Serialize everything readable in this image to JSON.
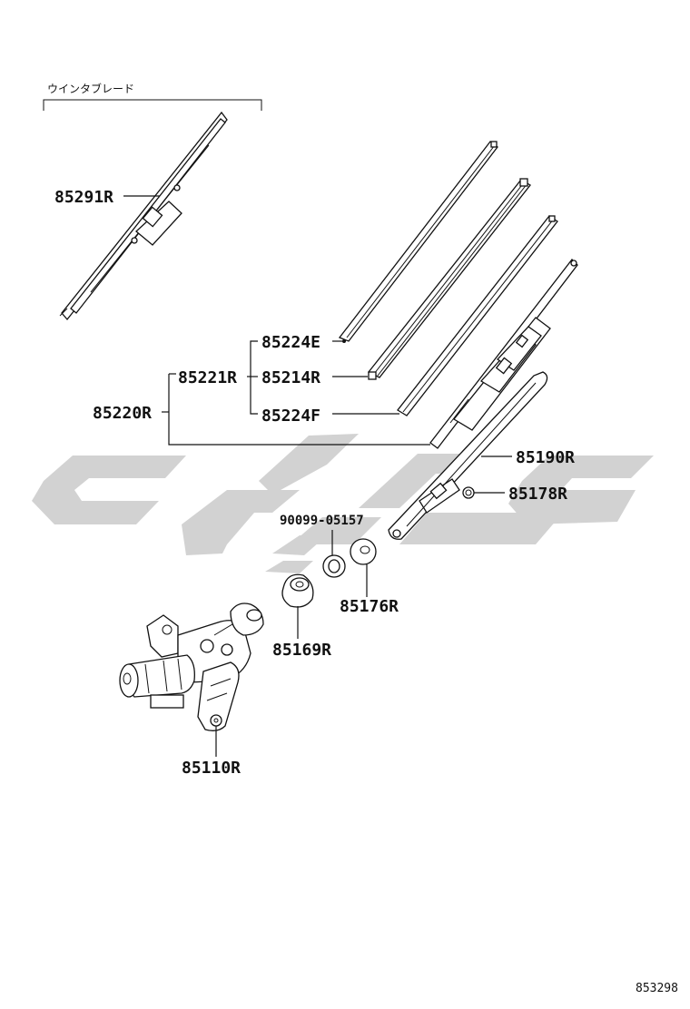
{
  "header": {
    "caption": "ウインタブレード"
  },
  "callouts": {
    "wiper_blade_winter": "85291R",
    "refill_upper": "85224E",
    "blade_assy": "85221R",
    "refill_middle": "85214R",
    "refill_lower": "85224F",
    "blade_assy_outer": "85220R",
    "wiper_arm": "85190R",
    "arm_cap": "85178R",
    "nut": "90099-05157",
    "cap": "85176R",
    "pivot_seal": "85169R",
    "motor_assy": "85110R"
  },
  "footer": {
    "reference_number": "853298"
  },
  "watermark": {
    "color": "#d2d2d2"
  }
}
